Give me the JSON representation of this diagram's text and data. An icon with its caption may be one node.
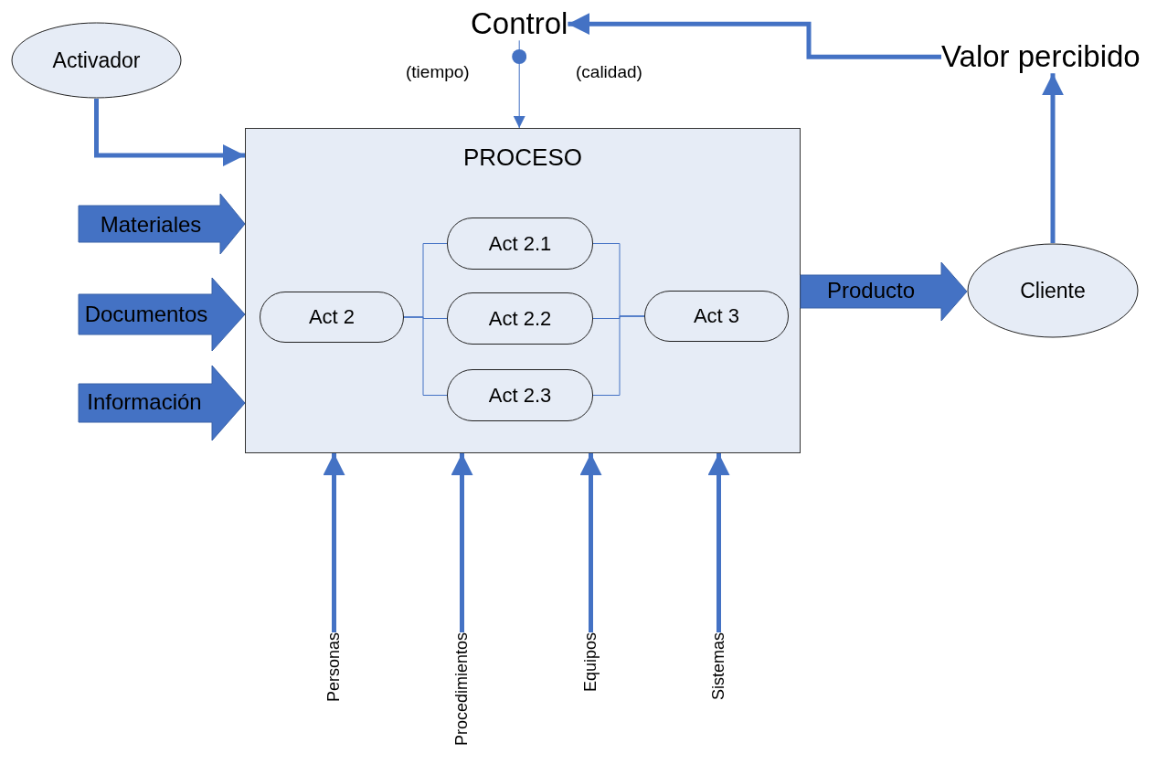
{
  "diagram": {
    "nodes": [
      {
        "text": [
          "Activador"
        ]
      },
      {
        "text": [
          "Control"
        ]
      },
      {
        "text": [
          "Valor percibido"
        ]
      },
      {
        "text": [
          "PROCESO"
        ]
      },
      {
        "text": [
          "Act 2"
        ],
        "in": 3
      },
      {
        "text": [
          "Act 2.1"
        ],
        "in": 3
      },
      {
        "text": [
          "Act 2.2"
        ],
        "in": 3
      },
      {
        "text": [
          "Act 2.3"
        ],
        "in": 3
      },
      {
        "text": [
          "Act 3"
        ],
        "in": 3
      },
      {
        "text": [
          "Cliente"
        ]
      },
      {
        "text": [
          "Personas"
        ]
      },
      {
        "text": [
          "Procedimientos"
        ]
      },
      {
        "text": [
          "Equipos"
        ]
      },
      {
        "text": [
          "Sistemas"
        ]
      }
    ],
    "edges": [
      {
        "from": 0,
        "to": 3,
        "arrow": "to",
        "style": "thick"
      },
      {
        "from": null,
        "to": 3,
        "arrow": "to",
        "style": "thick",
        "label": "Materiales"
      },
      {
        "from": null,
        "to": 3,
        "arrow": "to",
        "style": "thick",
        "label": "Documentos"
      },
      {
        "from": null,
        "to": 3,
        "arrow": "to",
        "style": "thick",
        "label": "Información"
      },
      {
        "from": 4,
        "to": 5,
        "arrow": "none"
      },
      {
        "from": 4,
        "to": 6,
        "arrow": "none"
      },
      {
        "from": 4,
        "to": 7,
        "arrow": "none"
      },
      {
        "from": 5,
        "to": 8,
        "arrow": "none"
      },
      {
        "from": 6,
        "to": 8,
        "arrow": "none"
      },
      {
        "from": 7,
        "to": 8,
        "arrow": "none"
      },
      {
        "from": 3,
        "to": 9,
        "arrow": "to",
        "style": "thick",
        "label": "Producto"
      },
      {
        "from": 9,
        "to": 2,
        "arrow": "to",
        "style": "thick"
      },
      {
        "from": 2,
        "to": 1,
        "arrow": "to",
        "style": "thick"
      },
      {
        "from": 1,
        "to": 3,
        "arrow": "to"
      },
      {
        "from": 10,
        "to": 3,
        "arrow": "to",
        "style": "thick"
      },
      {
        "from": 11,
        "to": 3,
        "arrow": "to",
        "style": "thick"
      },
      {
        "from": 12,
        "to": 3,
        "arrow": "to",
        "style": "thick"
      },
      {
        "from": 13,
        "to": 3,
        "arrow": "to",
        "style": "thick"
      }
    ],
    "labels": [
      "(tiempo)",
      "(calidad)"
    ]
  }
}
